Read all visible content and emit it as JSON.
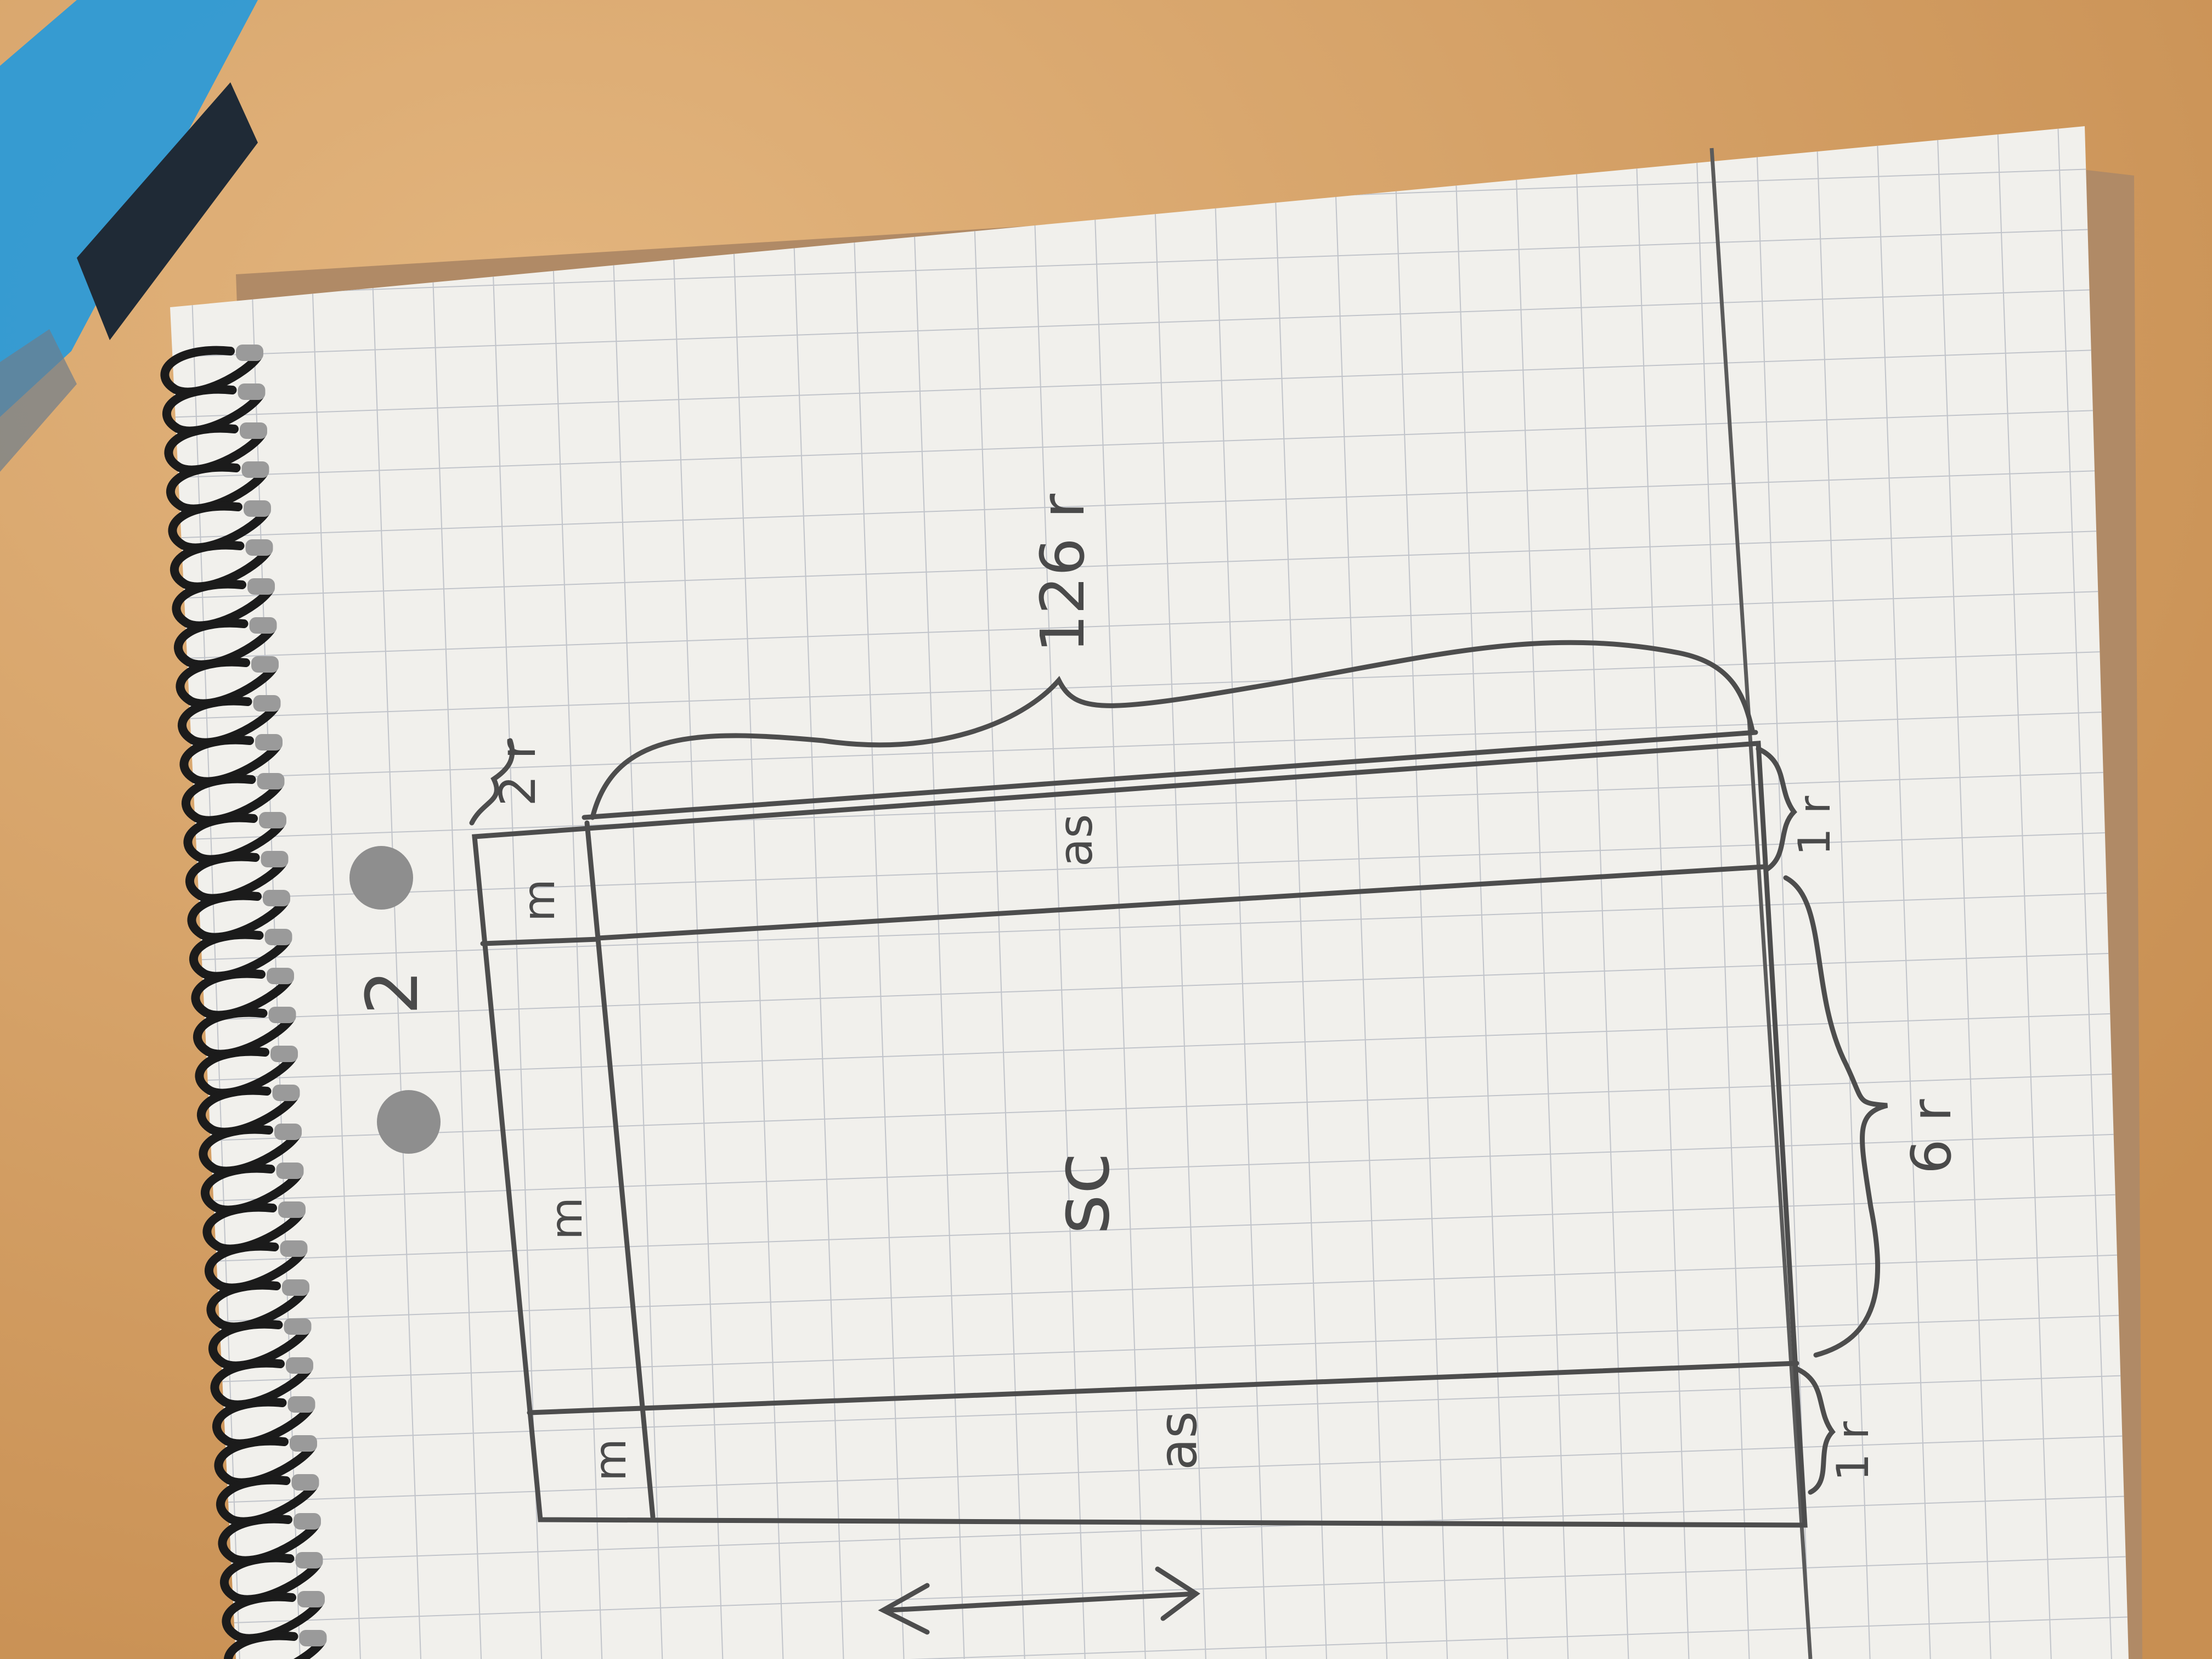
{
  "photo": {
    "subject": "Pencil sketch on grid paper",
    "page_number": "2",
    "labels": {
      "top_span": "126 r",
      "top_small": "2 r",
      "right_span": "6 r",
      "right_small_top": "1 r",
      "right_small_bottom": "1 r",
      "top_band": "as",
      "main_panel": "sc",
      "bottom_band": "as",
      "left_top": "m",
      "left_middle": "m",
      "left_bottom": "m"
    }
  },
  "colors": {
    "desk": "#d9a66a",
    "paper": "#f1f0ec",
    "grid": "#b8bcc4",
    "pencil": "#4d4d4d",
    "pen_blue": "#2d9ad6",
    "spiral": "#1b1b1b"
  }
}
